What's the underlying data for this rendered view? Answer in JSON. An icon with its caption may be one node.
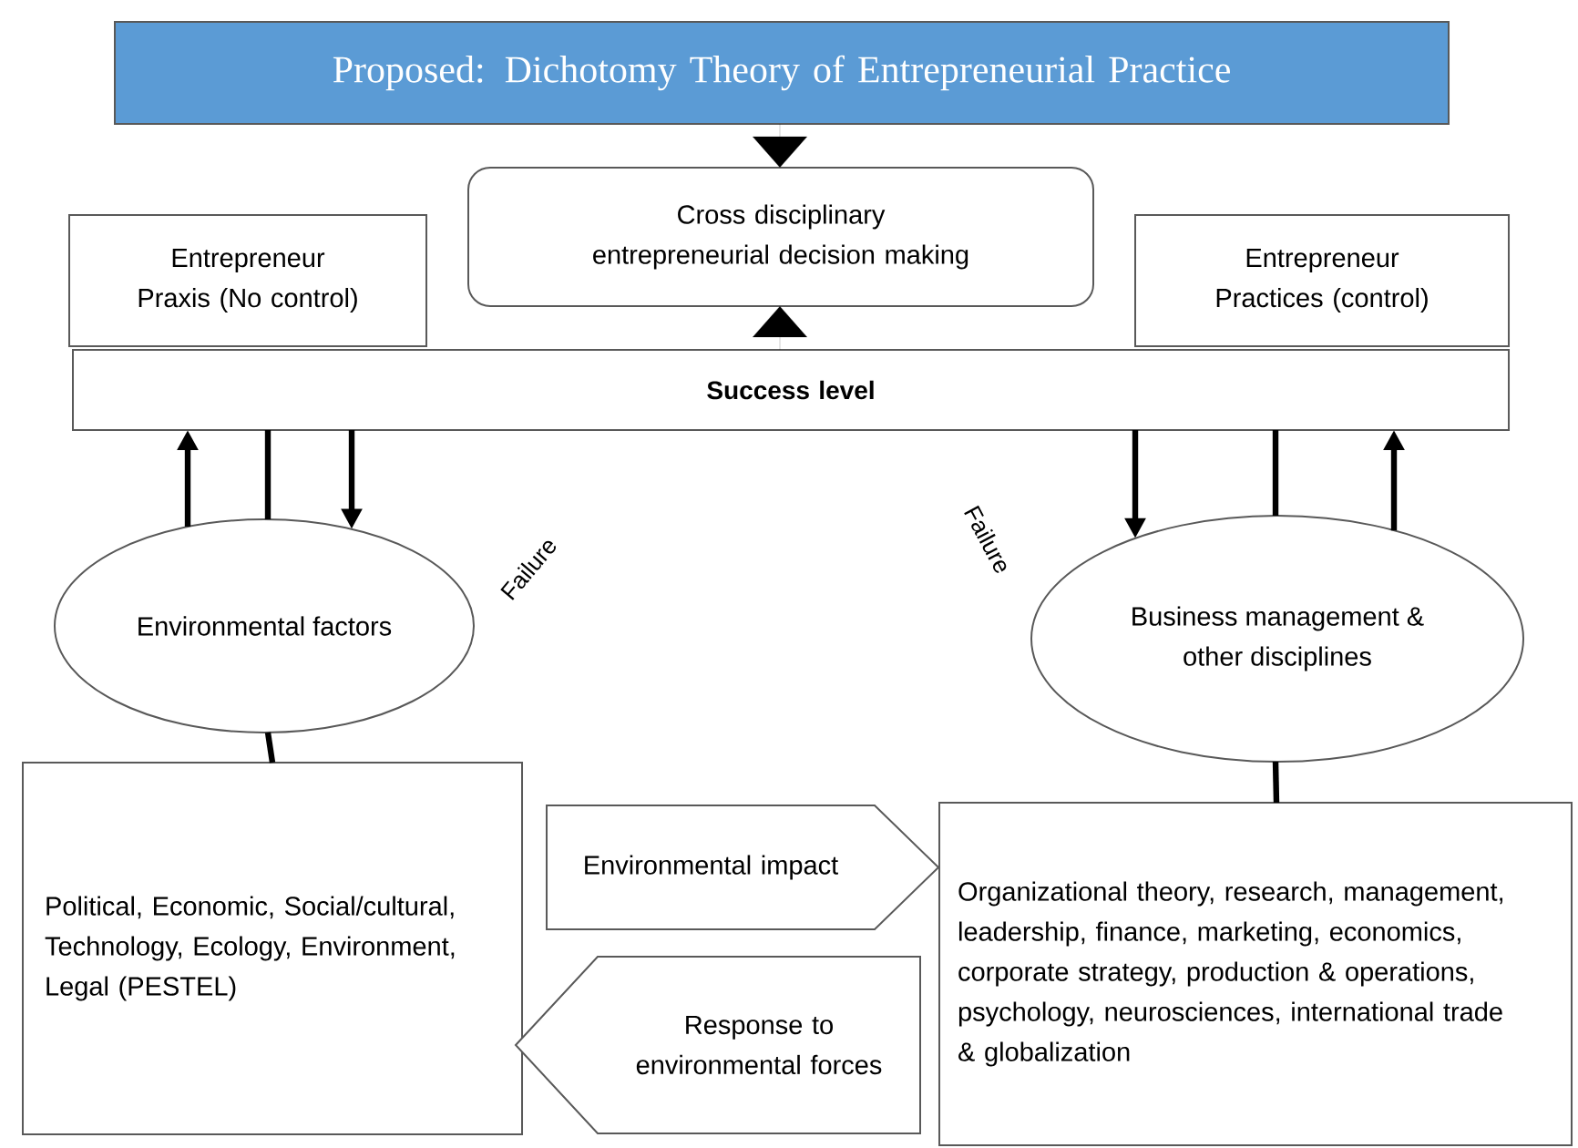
{
  "diagram": {
    "nodes": [
      {
        "text": [
          "Proposed: Dichotomy Theory of Entrepreneurial Practice"
        ]
      },
      {
        "text": [
          "Cross disciplinary entrepreneurial decision making"
        ]
      },
      {
        "text": [
          "Entrepreneur Praxis (No control)"
        ]
      },
      {
        "text": [
          "Entrepreneur Practices (control)"
        ]
      },
      {
        "text": [
          "Success level"
        ]
      },
      {
        "text": [
          "Environmental factors"
        ]
      },
      {
        "text": [
          "Business management & other disciplines"
        ]
      },
      {
        "text": [
          "Political, Economic, Social/cultural, Technology, Ecology, Environment, Legal (PESTEL)"
        ]
      },
      {
        "text": [
          "Environmental impact"
        ]
      },
      {
        "text": [
          "Response to environmental forces"
        ]
      },
      {
        "text": [
          "Organizational theory, research, management, leadership, finance, marketing, economics, corporate strategy, production & operations, psychology, neurosciences, international trade & globalization"
        ]
      }
    ],
    "edges": [
      {
        "from": 0,
        "to": 1,
        "arrow": "to"
      },
      {
        "from": 4,
        "to": 1,
        "arrow": "to"
      },
      {
        "from": 5,
        "to": 4,
        "arrow": "to"
      },
      {
        "from": 4,
        "to": 5,
        "arrow": "none"
      },
      {
        "from": 4,
        "to": 5,
        "arrow": "to"
      },
      {
        "from": 4,
        "to": 6,
        "arrow": "to"
      },
      {
        "from": 4,
        "to": 6,
        "arrow": "none"
      },
      {
        "from": 6,
        "to": 4,
        "arrow": "to"
      },
      {
        "from": 5,
        "to": 7,
        "arrow": "none"
      },
      {
        "from": 6,
        "to": 10,
        "arrow": "none"
      }
    ],
    "labels": [
      "Failure",
      "Failure"
    ]
  }
}
